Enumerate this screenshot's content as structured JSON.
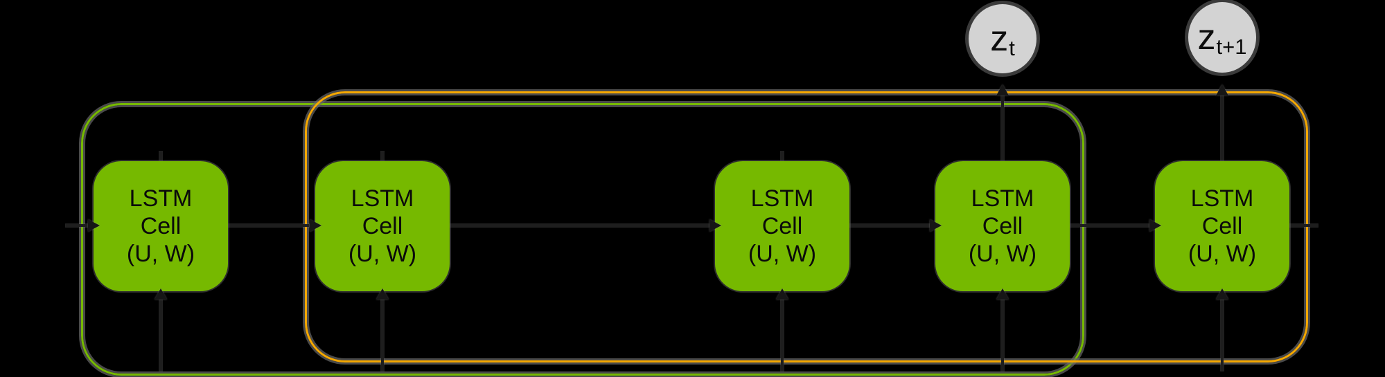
{
  "diagram": {
    "cell": {
      "l1": "LSTM",
      "l2": "Cell",
      "l3": "(U, W)"
    },
    "outputs": [
      {
        "base": "z",
        "sub": "t"
      },
      {
        "base": "z",
        "sub": "t+1"
      }
    ],
    "colors": {
      "bg": "#000000",
      "nvidia_green": "#76b900",
      "amber": "#f5a800",
      "node_fill": "#d3d3d3",
      "node_border": "#3c3c3c",
      "conn": "#1e1e1e",
      "arrow": "#161616"
    }
  }
}
